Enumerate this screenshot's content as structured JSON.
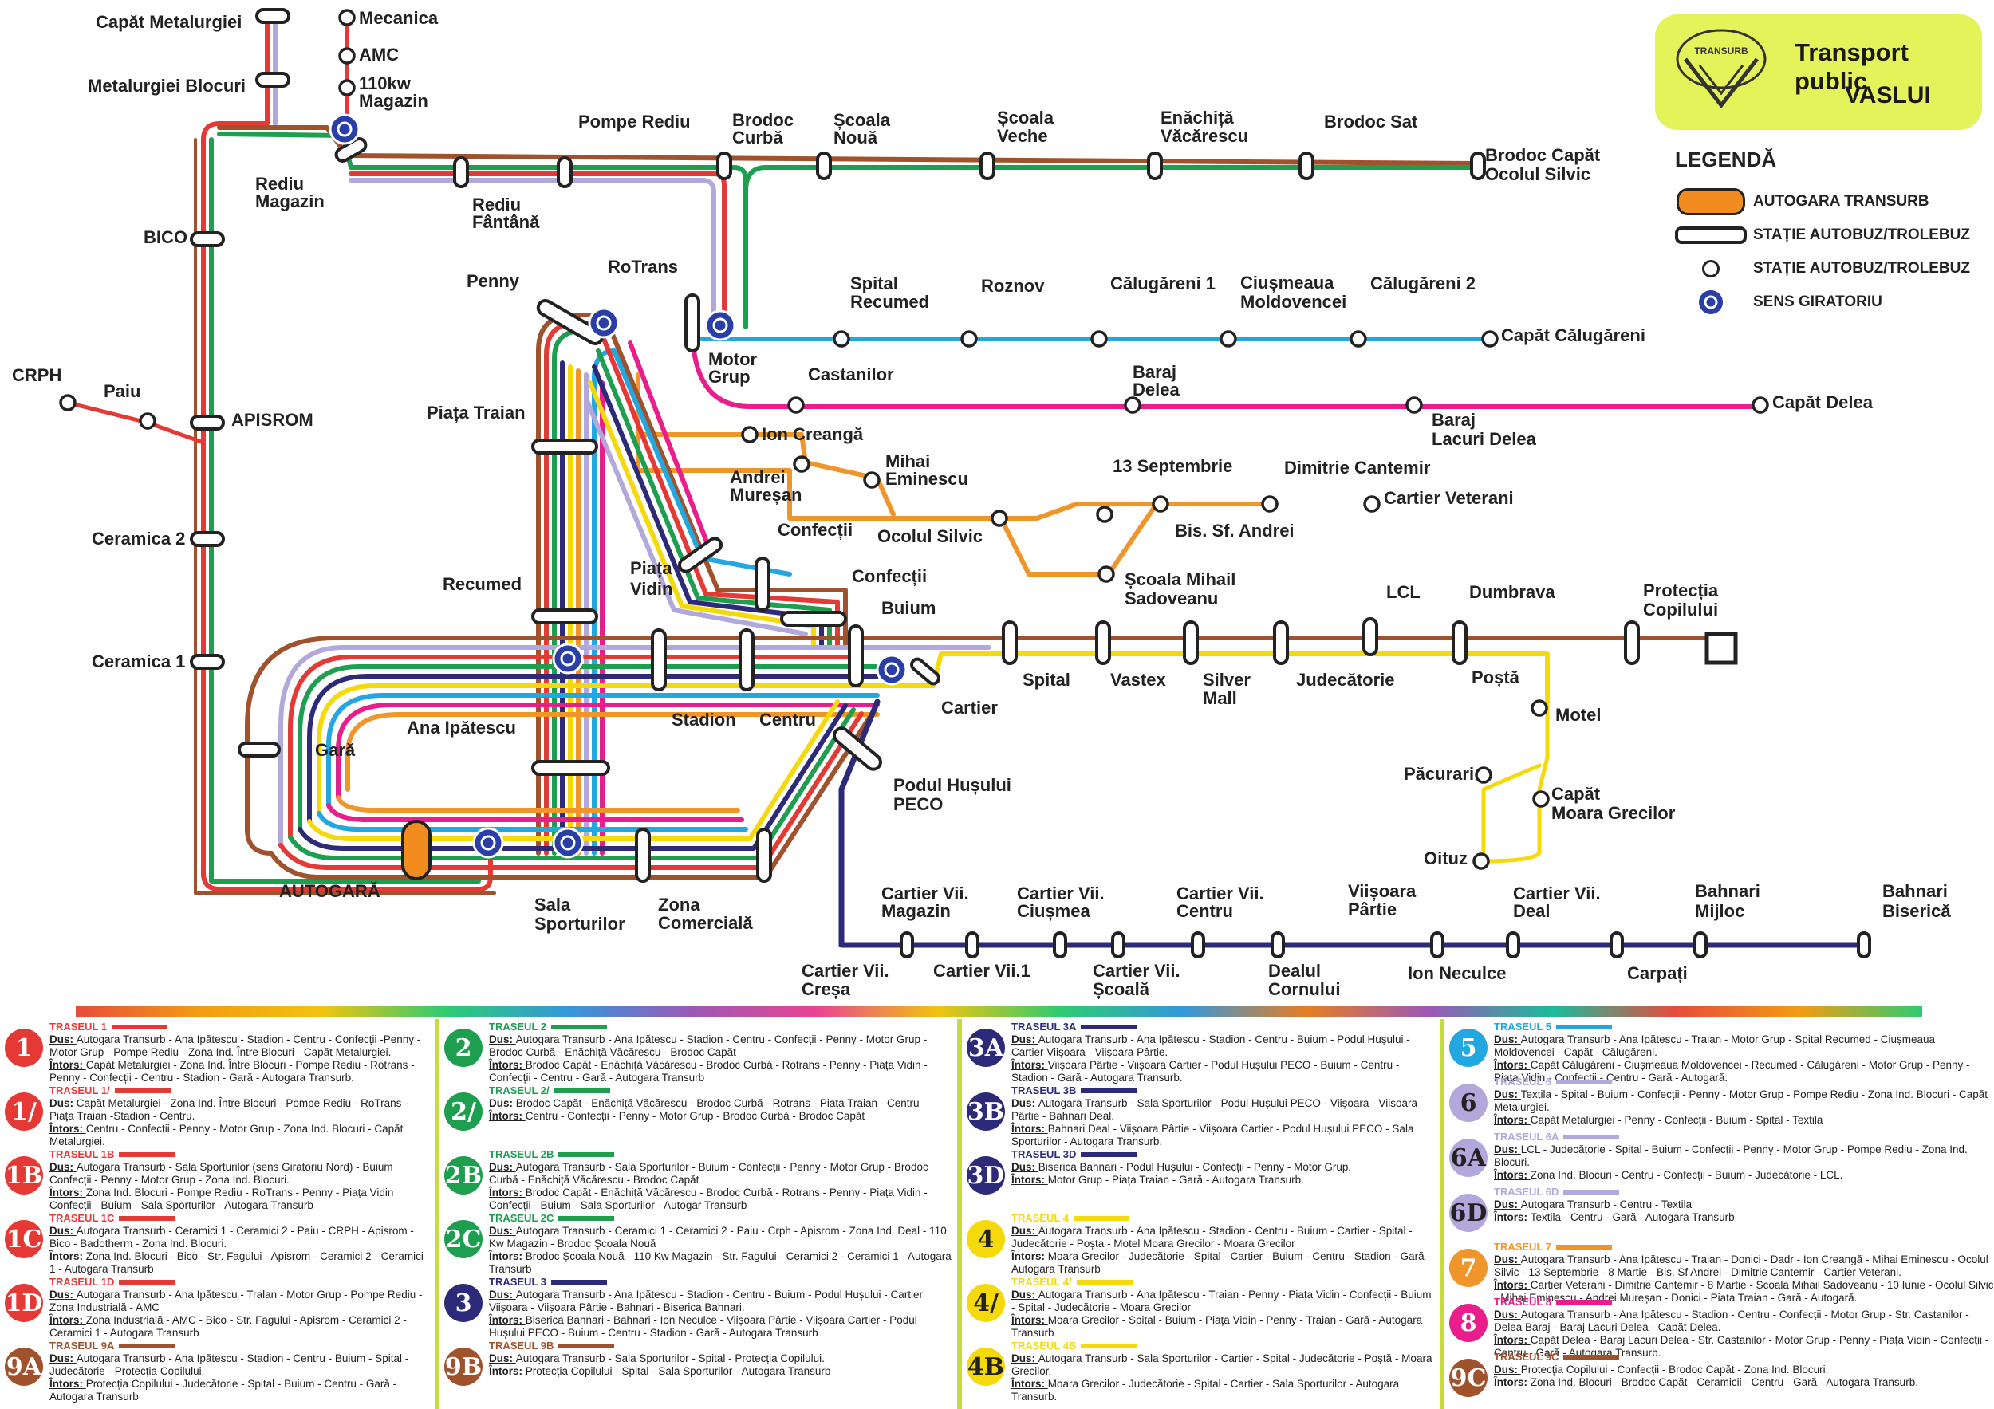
{
  "header": {
    "brand_name": "TRANSURB",
    "title_line1": "Transport public",
    "title_line2": "VASLUI"
  },
  "legend": {
    "title": "LEGENDĂ",
    "items": [
      {
        "symbol": "autogara-pill",
        "label": "AUTOGARA TRANSURB"
      },
      {
        "symbol": "station-pill",
        "label": "STAȚIE AUTOBUZ/TROLEBUZ"
      },
      {
        "symbol": "station-dot",
        "label": "STAȚIE AUTOBUZ/TROLEBUZ"
      },
      {
        "symbol": "roundabout-icon",
        "label": "SENS GIRATORIU"
      }
    ]
  },
  "colors": {
    "line1": "#e53935",
    "line2": "#1e9e4f",
    "line3": "#2e2a7a",
    "line4": "#f5d90a",
    "line5": "#22a7e0",
    "line6": "#b3a8dc",
    "line7": "#f0952a",
    "line8": "#e91e8c",
    "line9": "#a0522d",
    "autogara": "#f28c1e",
    "roundabout": "#2a3ea8"
  },
  "stations": {
    "capat_metalurgiei": "Capăt Metalurgiei",
    "metalurgiei_blocuri": "Metalurgiei Blocuri",
    "mecanica": "Mecanica",
    "amc": "AMC",
    "kw110": "110kw",
    "magazin": "Magazin",
    "pompe_rediu": "Pompe Rediu",
    "brodoc_curba": "Brodoc Curbă",
    "brodoc_curba_l1": "Brodoc",
    "brodoc_curba_l2": "Curbă",
    "scoala_noua_l1": "Școala",
    "scoala_noua_l2": "Nouă",
    "scoala_veche_l1": "Școala",
    "scoala_veche_l2": "Veche",
    "enachita_l1": "Enăchiță",
    "enachita_l2": "Văcărescu",
    "brodoc_sat": "Brodoc Sat",
    "brodoc_capat_l1": "Brodoc Capăt",
    "brodoc_capat_l2": "Ocolul Silvic",
    "rediu_magazin_l1": "Rediu",
    "rediu_magazin_l2": "Magazin",
    "rediu_fantana_l1": "Rediu",
    "rediu_fantana_l2": "Fântână",
    "bico": "BICO",
    "crph": "CRPH",
    "paiu": "Paiu",
    "apisrom": "APISROM",
    "ceramica2": "Ceramica 2",
    "ceramica1": "Ceramica 1",
    "penny": "Penny",
    "rotrans": "RoTrans",
    "motor_grup_l1": "Motor",
    "motor_grup_l2": "Grup",
    "spital_recumed_l1": "Spital",
    "spital_recumed_l2": "Recumed",
    "roznov": "Roznov",
    "calugareni1": "Călugăreni 1",
    "ciusmeaua_l1": "Ciușmeaua",
    "ciusmeaua_l2": "Moldovencei",
    "calugareni2": "Călugăreni 2",
    "capat_calugareni": "Capăt Călugăreni",
    "castanilor": "Castanilor",
    "baraj_delea_l1": "Baraj",
    "baraj_delea_l2": "Delea",
    "capat_delea": "Capăt Delea",
    "baraj_lacuri_l1": "Baraj",
    "baraj_lacuri_l2": "Lacuri Delea",
    "piata_traian": "Piața Traian",
    "ion_creanga": "Ion Creangă",
    "andrei_muresan_l1": "Andrei",
    "andrei_muresan_l2": "Mureșan",
    "mihai_eminescu_l1": "Mihai",
    "mihai_eminescu_l2": "Eminescu",
    "sept13": "13 Septembrie",
    "dimitrie_cantemir": "Dimitrie Cantemir",
    "cartier_veterani": "Cartier Veterani",
    "ocolul_silvic": "Ocolul Silvic",
    "bis_sf_andrei": "Bis. Sf. Andrei",
    "scoala_sadoveanu_l1": "Școala Mihail",
    "scoala_sadoveanu_l2": "Sadoveanu",
    "confectii1": "Confecții",
    "confectii2": "Confecții",
    "piata_vidin_l1": "Piața",
    "piata_vidin_l2": "Vidin",
    "recumed": "Recumed",
    "buium": "Buium",
    "lcl": "LCL",
    "dumbrava": "Dumbrava",
    "protectia_l1": "Protecția",
    "protectia_l2": "Copilului",
    "spital": "Spital",
    "vastex": "Vastex",
    "silver_mall_l1": "Silver",
    "silver_mall_l2": "Mall",
    "judecatorie": "Judecătorie",
    "posta": "Poștă",
    "motel": "Motel",
    "pacurari": "Păcurari",
    "capat_moara_l1": "Capăt",
    "capat_moara_l2": "Moara Grecilor",
    "oituz": "Oituz",
    "stadion": "Stadion",
    "centru": "Centru",
    "cartier": "Cartier",
    "gara": "Gară",
    "ana_ipatescu": "Ana Ipătescu",
    "autogara": "AUTOGARĂ",
    "podul_husului_l1": "Podul Hușului",
    "podul_husului_l2": "PECO",
    "sala_sporturilor_l1": "Sala",
    "sala_sporturilor_l2": "Sporturilor",
    "zona_comerciala_l1": "Zona",
    "zona_comerciala_l2": "Comercială",
    "cv_magazin_l1": "Cartier Vii.",
    "cv_magazin_l2": "Magazin",
    "cv_ciusmea_l1": "Cartier Vii.",
    "cv_ciusmea_l2": "Ciușmea",
    "cv_centru_l1": "Cartier Vii.",
    "cv_centru_l2": "Centru",
    "viisoara_partie_l1": "Viișoara",
    "viisoara_partie_l2": "Pârtie",
    "cv_deal_l1": "Cartier Vii.",
    "cv_deal_l2": "Deal",
    "bahnari_mijloc_l1": "Bahnari",
    "bahnari_mijloc_l2": "Mijloc",
    "bahnari_biserica_l1": "Bahnari",
    "bahnari_biserica_l2": "Biserică",
    "cv_cresa_l1": "Cartier Vii.",
    "cv_cresa_l2": "Creșa",
    "cv_1": "Cartier Vii.1",
    "cv_scoala_l1": "Cartier Vii.",
    "cv_scoala_l2": "Școală",
    "dealul_cornului_l1": "Dealul",
    "dealul_cornului_l2": "Cornului",
    "ion_neculce": "Ion Neculce",
    "carpati": "Carpați"
  },
  "routes": [
    {
      "badge": "1",
      "badge_color": "#e53935",
      "tag": "TRASEUL 1",
      "tag_color": "#e53935",
      "dus": "Autogara Transurb - Ana Ipătescu - Stadion - Centru - Confecții -Penny - Motor Grup - Pompe Rediu - Zona Ind. Între Blocuri - Capăt Metalurgiei.",
      "intors": "Capăt Metalurgiei - Zona Ind. Între Blocuri - Pompe Rediu - Rotrans - Penny - Confecții - Centru - Stadion - Gară - Autogara Transurb."
    },
    {
      "badge": "1/",
      "badge_color": "#e53935",
      "tag": "TRASEUL 1/",
      "tag_color": "#e53935",
      "dus": "Capăt Metalurgiei - Zona Ind. Între Blocuri - Pompe Rediu - RoTrans - Piața Traian -Stadion - Centru.",
      "intors": "Centru - Confecții - Penny - Motor Grup - Zona Ind. Blocuri - Capăt Metalurgiei."
    },
    {
      "badge": "1B",
      "badge_color": "#e53935",
      "tag": "TRASEUL 1B",
      "tag_color": "#e53935",
      "dus": "Autogara Transurb - Sala Sporturilor (sens Giratoriu Nord) - Buium Confecții - Penny - Motor Grup - Zona Ind. Blocuri.",
      "intors": "Zona Ind. Blocuri - Pompe Rediu - RoTrans - Penny - Piața Vidin Confecții - Buium - Sala Sporturilor - Autogara Transurb"
    },
    {
      "badge": "1C",
      "badge_color": "#e53935",
      "tag": "TRASEUL 1C",
      "tag_color": "#e53935",
      "dus": "Autogara Transurb - Ceramici 1 - Ceramici 2 - Paiu - CRPH - Apisrom - Bico - Badotherm - Zona Ind. Blocuri.",
      "intors": "Zona Ind. Blocuri - Bico - Str. Fagului - Apisrom - Ceramici 2 - Ceramici 1 - Autogara Transurb"
    },
    {
      "badge": "1D",
      "badge_color": "#e53935",
      "tag": "TRASEUL 1D",
      "tag_color": "#e53935",
      "dus": "Autogara Transurb - Ana Ipătescu - Tralan - Motor Grup - Pompe Rediu - Zona Industrială - AMC",
      "intors": "Zona Industrială - AMC - Bico - Str. Fagului - Apisrom - Ceramici 2 - Ceramici 1 - Autogara Transurb"
    },
    {
      "badge": "9A",
      "badge_color": "#a0522d",
      "tag": "TRASEUL 9A",
      "tag_color": "#a0522d",
      "dus": "Autogara Transurb - Ana Ipătescu - Stadion - Centru - Buium - Spital - Judecătorie - Protecția Copilului.",
      "intors": "Protecția Copilului - Judecătorie - Spital - Buium - Centru - Gară - Autogara Transurb"
    },
    {
      "badge": "2",
      "badge_color": "#1e9e4f",
      "tag": "TRASEUL 2",
      "tag_color": "#1e9e4f",
      "dus": "Autogara Transurb - Ana Ipătescu - Stadion - Centru - Confecții - Penny - Motor Grup - Brodoc Curbă - Enăchiță Văcărescu - Brodoc Capăt",
      "intors": "Brodoc Capăt - Enăchiță Văcărescu - Brodoc Curbă - Rotrans - Penny - Piața Vidin - Confecții - Centru - Gară - Autogara Transurb"
    },
    {
      "badge": "2/",
      "badge_color": "#1e9e4f",
      "tag": "TRASEUL 2/",
      "tag_color": "#1e9e4f",
      "dus": "Brodoc Capăt - Enăchiță Văcărescu - Brodoc Curbă - Rotrans - Piața Traian - Centru",
      "intors": "Centru - Confecții - Penny - Motor Grup - Brodoc Curbă - Brodoc Capăt"
    },
    {
      "badge": "2B",
      "badge_color": "#1e9e4f",
      "tag": "TRASEUL 2B",
      "tag_color": "#1e9e4f",
      "dus": "Autogara Transurb - Sala Sporturilor - Buium - Confecții - Penny - Motor Grup - Brodoc Curbă - Enăchiță Văcărescu - Brodoc Capăt",
      "intors": "Brodoc Capăt - Enăchiță Văcărescu - Brodoc Curbă - Rotrans - Penny - Piața Vidin - Confecții - Buium - Sala Sporturilor - Autogar Transurb"
    },
    {
      "badge": "2C",
      "badge_color": "#1e9e4f",
      "tag": "TRASEUL 2C",
      "tag_color": "#1e9e4f",
      "dus": "Autogara Transurb - Ceramici 1 - Ceramici 2 - Paiu - Crph - Apisrom - Zona Ind. Deal - 110 Kw Magazin - Brodoc Școala Nouă",
      "intors": "Brodoc Școala Nouă - 110 Kw Magazin - Str. Fagului - Ceramici 2 - Ceramici 1 - Autogara Transurb"
    },
    {
      "badge": "3",
      "badge_color": "#2e2a7a",
      "tag": "TRASEUL 3",
      "tag_color": "#2e2a7a",
      "dus": "Autogara Transurb - Ana Ipătescu - Stadion - Centru - Buium - Podul Hușului - Cartier Viișoara - Viișoara Pârtie - Bahnari - Biserica Bahnari.",
      "intors": "Biserica Bahnari - Bahnari - Ion Neculce - Viișoara Pârtie - Viișoara Cartier - Podul Hușului PECO - Buium - Centru - Stadion - Gară - Autogara Transurb"
    },
    {
      "badge": "9B",
      "badge_color": "#a0522d",
      "tag": "TRASEUL 9B",
      "tag_color": "#a0522d",
      "dus": "Autogara Transurb - Sala Sporturilor - Spital - Protecția Copilului.",
      "intors": "Protecția Copilului - Spital - Sala Sporturilor - Autogara Transurb"
    },
    {
      "badge": "3A",
      "badge_color": "#2e2a7a",
      "tag": "TRASEUL 3A",
      "tag_color": "#2e2a7a",
      "dus": "Autogara Transurb - Ana Ipătescu - Stadion - Centru - Buium - Podul Hușului - Cartier Viișoara - Viișoara Pârtie.",
      "intors": "Viișoara Pârtie - Viișoara Cartier - Podul Hușului PECO - Buium - Centru - Stadion - Gară - Autogara Transurb."
    },
    {
      "badge": "3B",
      "badge_color": "#2e2a7a",
      "tag": "TRASEUL 3B",
      "tag_color": "#2e2a7a",
      "dus": "Autogara Transurb - Sala Sporturilor - Podul Hușului PECO - Viișoara - Viișoara Pârtie - Bahnari Deal.",
      "intors": "Bahnari Deal - Viișoara Pârtie - Viișoara Cartier - Podul Hușului PECO - Sala Sporturilor - Autogara Transurb."
    },
    {
      "badge": "3D",
      "badge_color": "#2e2a7a",
      "tag": "TRASEUL 3D",
      "tag_color": "#2e2a7a",
      "dus": "Biserica Bahnari - Podul Hușului - Confecții - Penny - Motor Grup.",
      "intors": "Motor Grup - Piața Traian - Gară - Autogara Transurb."
    },
    {
      "badge": "4",
      "badge_color": "#f5d90a",
      "tag": "TRASEUL 4",
      "tag_color": "#f5d90a",
      "dus": "Autogara Transurb - Ana Ipătescu - Stadion - Centru - Buium - Cartier - Spital - Judecătorie - Poșta - Motel Moara Grecilor - Moara Grecilor",
      "intors": "Moara Grecilor - Judecătorie - Spital - Cartier - Buium - Centru - Stadion - Gară - Autogara Transurb"
    },
    {
      "badge": "4/",
      "badge_color": "#f5d90a",
      "tag": "TRASEUL 4/",
      "tag_color": "#f5d90a",
      "dus": "Autogara Transurb - Ana Ipătescu - Traian - Penny - Piața Vidin - Confecții - Buium - Spital - Judecătorie - Moara Grecilor",
      "intors": "Moara Grecilor - Spital - Buium - Piața Vidin - Penny - Traian - Gară - Autogara Transurb"
    },
    {
      "badge": "4B",
      "badge_color": "#f5d90a",
      "tag": "TRASEUL 4B",
      "tag_color": "#f5d90a",
      "dus": "Autogara Transurb - Sala Sporturilor - Cartier - Spital - Judecătorie - Poștă - Moara Grecilor.",
      "intors": "Moara Grecilor - Judecătorie - Spital - Cartier - Sala Sporturilor - Autogara Transurb."
    },
    {
      "badge": "5",
      "badge_color": "#22a7e0",
      "tag": "TRASEUL 5",
      "tag_color": "#22a7e0",
      "dus": "Autogara Transurb - Ana Ipătescu - Traian - Motor Grup - Spital Recumed - Ciușmeaua Moldovencei - Capăt - Călugăreni.",
      "intors": "Capăt Călugăreni - Ciușmeaua Moldovencei - Recumed - Călugăreni - Motor Grup - Penny - Piața Vidin - Confecții - Centru - Gară - Autogară."
    },
    {
      "badge": "6",
      "badge_color": "#b3a8dc",
      "tag": "TRASEUL 6",
      "tag_color": "#b3a8dc",
      "dus": "Textila - Spital - Buium - Confecții - Penny - Motor Grup - Pompe Rediu - Zona Ind. Blocuri - Capăt Metalurgiei.",
      "intors": "Capăt Metalurgiei - Penny - Confecții - Buium - Spital - Textila"
    },
    {
      "badge": "6A",
      "badge_color": "#b3a8dc",
      "tag": "TRASEUL 6A",
      "tag_color": "#b3a8dc",
      "dus": "LCL - Judecătorie - Spital - Buium - Confecții - Penny - Motor Grup - Pompe Rediu - Zona Ind. Blocuri.",
      "intors": "Zona Ind. Blocuri - Centru - Confecții - Buium - Judecătorie - LCL."
    },
    {
      "badge": "6D",
      "badge_color": "#b3a8dc",
      "tag": "TRASEUL 6D",
      "tag_color": "#b3a8dc",
      "dus": "Autogara Transurb - Centru - Textila",
      "intors": "Textila - Centru - Gară - Autogara Transurb"
    },
    {
      "badge": "7",
      "badge_color": "#f0952a",
      "tag": "TRASEUL 7",
      "tag_color": "#f0952a",
      "dus": "Autogara Transurb - Ana Ipătescu - Traian - Donici - Dadr - Ion Creangă - Mihai Eminescu - Ocolul Silvic - 13 Septembrie - 8 Martie - Bis. Sf Andrei - Dimitrie Cantemir - Cartier Veterani.",
      "intors": "Cartier Veterani - Dimitrie Cantemir - 8 Martie - Școala Mihail Sadoveanu - 10 Iunie - Ocolul Silvic - Mihai Eminescu - Andrei Mureșan - Donici - Piața Traian - Gară - Autogară."
    },
    {
      "badge": "8",
      "badge_color": "#e91e8c",
      "tag": "TRASEUL 8",
      "tag_color": "#e91e8c",
      "dus": "Autogara Transurb - Ana Ipătescu - Stadion - Centru - Confecții - Motor Grup - Str. Castanilor - Delea Baraj - Baraj Lacuri Delea - Capăt Delea.",
      "intors": "Capăt Delea - Baraj Lacuri Delea - Str. Castanilor - Motor Grup - Penny - Piața Vidin - Confecții - Centru - Gară - Autogara Transurb."
    },
    {
      "badge": "9C",
      "badge_color": "#a0522d",
      "tag": "TRASEUL 9C",
      "tag_color": "#a0522d",
      "dus": "Protecția Copilului - Confecții - Brodoc Capăt - Zona Ind. Blocuri.",
      "intors": "Zona Ind. Blocuri - Brodoc Capăt - Ceramicii - Centru - Gară - Autogara Transurb."
    }
  ],
  "labels": {
    "dus": "Dus:",
    "intors": "Întors:"
  }
}
